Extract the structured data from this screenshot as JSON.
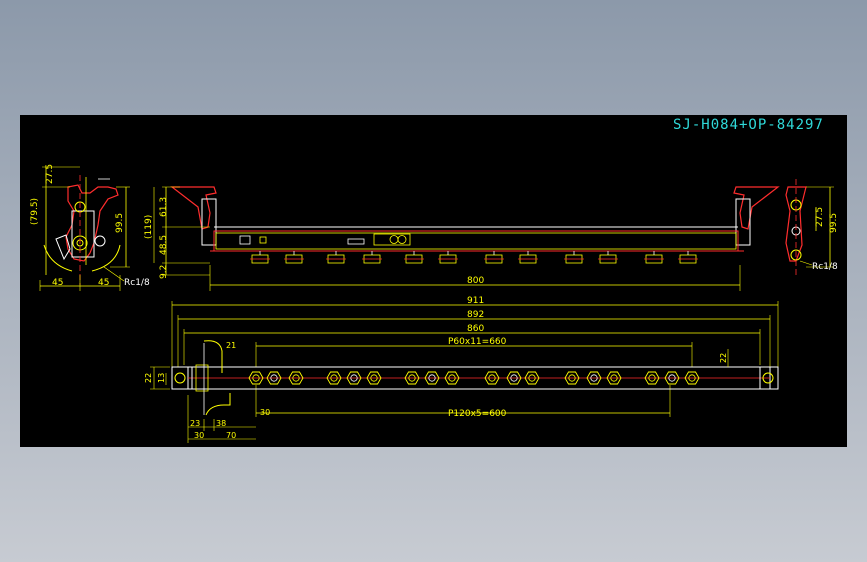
{
  "drawing": {
    "title": "SJ-H084+OP-84297",
    "colors": {
      "background": "#000000",
      "title": "#2fd9d9",
      "dimension": "#ffff00",
      "outline": "#ff2d2d",
      "body": "#ffffff"
    },
    "side_view_left": {
      "dim_top": "27.5",
      "dim_left": "(79.5)",
      "dim_right": "99.5",
      "dim_bottom_left": "45",
      "dim_bottom_right": "45",
      "thread": "Rc1/8"
    },
    "front_view": {
      "dim_upper": "61.3",
      "dim_overall": "(119)",
      "dim_lower": "48.5",
      "dim_bottom": "9.2",
      "length": "800"
    },
    "side_view_right": {
      "dim_top": "27.5",
      "dim_right": "99.5",
      "thread": "Rc1/8"
    },
    "plan_view": {
      "dim_911": "911",
      "dim_892": "892",
      "dim_860": "860",
      "pitch_upper": "P60x11=660",
      "pitch_lower": "P120x5=600",
      "dim_21": "21",
      "dim_22_left": "22",
      "dim_13": "13",
      "dim_22_right": "22",
      "dim_30_inner": "30",
      "dim_23": "23",
      "dim_38": "38",
      "dim_30_bottom": "30",
      "dim_70": "70"
    }
  }
}
